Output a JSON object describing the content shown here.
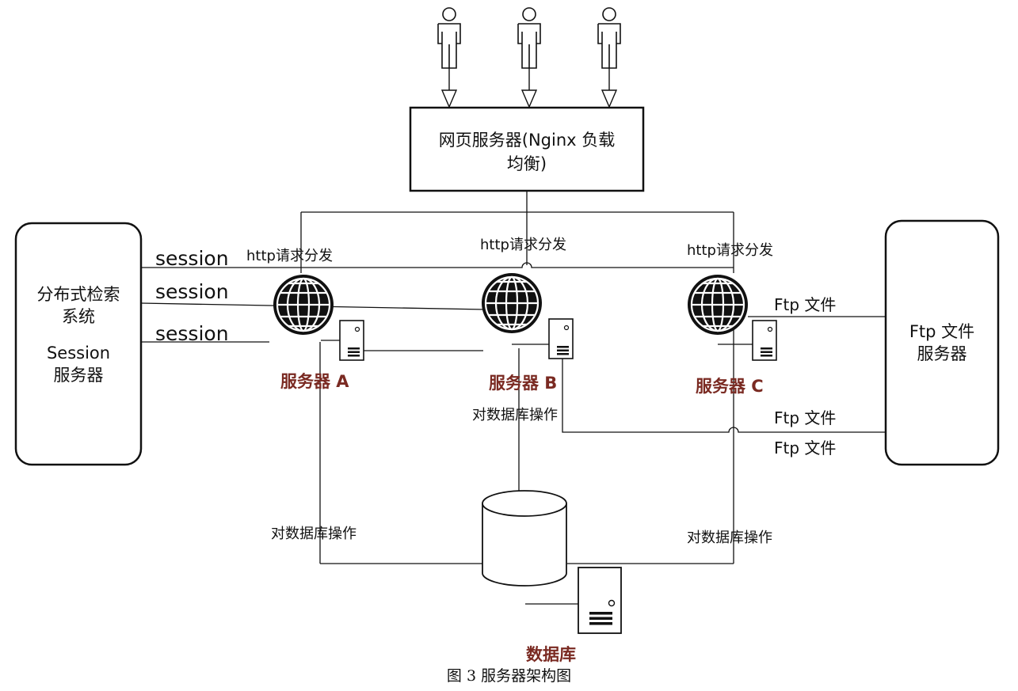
{
  "nginx": {
    "line1": "网页服务器(Nginx 负载",
    "line2": "均衡)"
  },
  "http_dispatch": [
    "http请求分发",
    "http请求分发",
    "http请求分发"
  ],
  "session_labels": [
    "session",
    "session",
    "session"
  ],
  "search_system": {
    "line1": "分布式检索",
    "line2": "系统",
    "line3": "Session",
    "line4": "服务器"
  },
  "ftp_server": {
    "line1": "Ftp 文件",
    "line2": "服务器"
  },
  "servers": {
    "a": "服务器 A",
    "b": "服务器 B",
    "c": "服务器 C"
  },
  "db_ops": {
    "b": "对数据库操作",
    "a": "对数据库操作",
    "c": "对数据库操作"
  },
  "ftp_labels": [
    "Ftp 文件",
    "Ftp 文件",
    "Ftp 文件"
  ],
  "database": {
    "label": "数据库"
  },
  "caption": "图 3 服务器架构图"
}
